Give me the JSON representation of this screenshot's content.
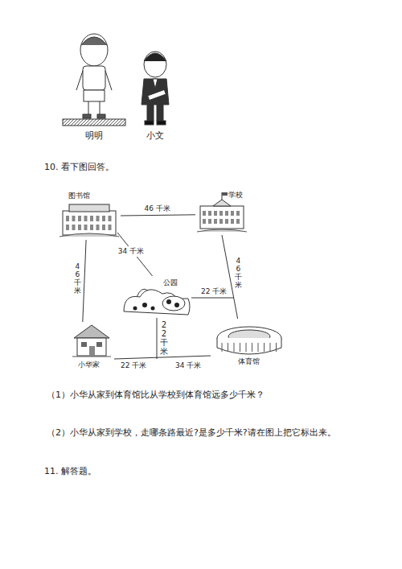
{
  "diagram": {
    "nodes": [
      {
        "text": [
          "图书馆"
        ]
      },
      {
        "text": [
          "学校"
        ]
      },
      {
        "text": [
          "公园"
        ]
      },
      {
        "text": [
          "小华家"
        ]
      },
      {
        "text": [
          "体育馆"
        ]
      }
    ],
    "edges": [
      {
        "from": 0,
        "to": 1,
        "label": "46 千米",
        "arrow": "none"
      },
      {
        "from": 0,
        "to": 3,
        "label": "46 千米",
        "arrow": "none"
      },
      {
        "from": 0,
        "to": 2,
        "label": "34 千米",
        "arrow": "none"
      },
      {
        "from": 1,
        "to": 4,
        "label": "46 千米",
        "arrow": "none"
      },
      {
        "from": 3,
        "to": 4,
        "arrow": "none"
      }
    ],
    "labels": [
      "明明",
      "小文",
      "10. 看下图回答。",
      "22 千米",
      "22 千米",
      "22 千米",
      "34 千米",
      "（1）小华从家到体育馆比从学校到体育馆远多少千米？",
      "（2）小华从家到学校，走哪条路最近?是多少千米?请在图上把它标出来。",
      "11. 解答题。"
    ]
  }
}
